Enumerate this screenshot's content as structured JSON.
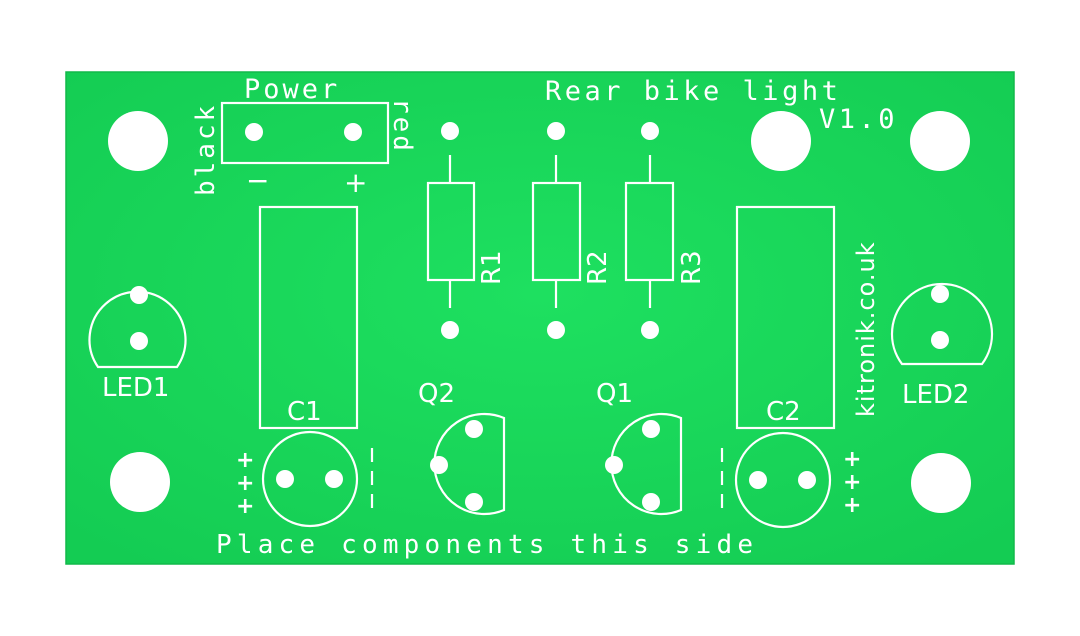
{
  "board": {
    "colors": {
      "substrate": "#17d659",
      "substrate_edge": "#12c04e",
      "silkscreen": "#ffffff",
      "background": "#ffffff"
    },
    "title_line1": "Rear bike light",
    "title_line2": "V1.0",
    "footer": "Place components this side",
    "website": "kitronik.co.uk"
  },
  "power": {
    "label": "Power",
    "left_label": "black",
    "right_label": "red",
    "minus": "−",
    "plus": "+"
  },
  "components": {
    "r1": "R1",
    "r2": "R2",
    "r3": "R3",
    "c1": "C1",
    "c2": "C2",
    "q1": "Q1",
    "q2": "Q2",
    "led1": "LED1",
    "led2": "LED2",
    "plus": "+",
    "minus": "−"
  },
  "icons": {
    "mounting_hole": "mounting-hole-icon",
    "pad": "pad-icon"
  }
}
